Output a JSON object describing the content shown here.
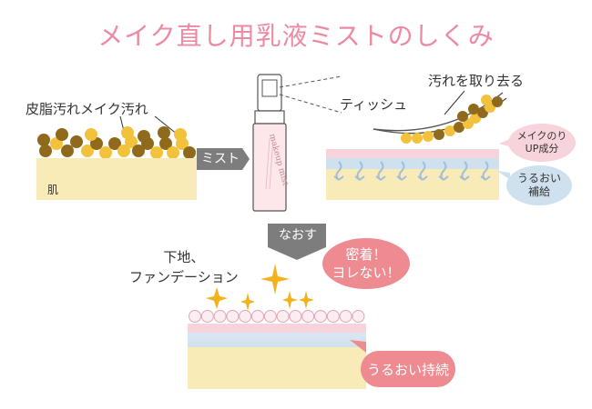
{
  "title": "メイク直し用乳液ミストのしくみ",
  "left_panel": {
    "dirt_label": "皮脂汚れメイク汚れ",
    "skin_label": "肌"
  },
  "arrow_mist": "ミスト",
  "bottle": {
    "brand_script": "makeup mist"
  },
  "right_panel": {
    "remove_label": "汚れを取り去る",
    "tissue_label": "ティッシュ",
    "bubble_pink": "メイクのり\nUP成分",
    "bubble_blue": "うるおい\n補給"
  },
  "arrow_fix": "なおす",
  "bottom_panel": {
    "base_label": "下地、\nファンデーション",
    "bubble_hold": "密着！\nヨレない！",
    "bubble_moist": "うるおい持続"
  },
  "colors": {
    "title": "#ec8aa2",
    "dirt_brown": "#8f6a1c",
    "dirt_yellow": "#f3c23c",
    "skin": "#f8ebb8",
    "pink": "#f7d3dc",
    "blue": "#cfe1ef",
    "bubble_pink": "#ee8b91",
    "bubble_blue": "#cfe1ef",
    "arrow_gray": "#7d7d7d",
    "sparkle": "#f3b11c"
  }
}
